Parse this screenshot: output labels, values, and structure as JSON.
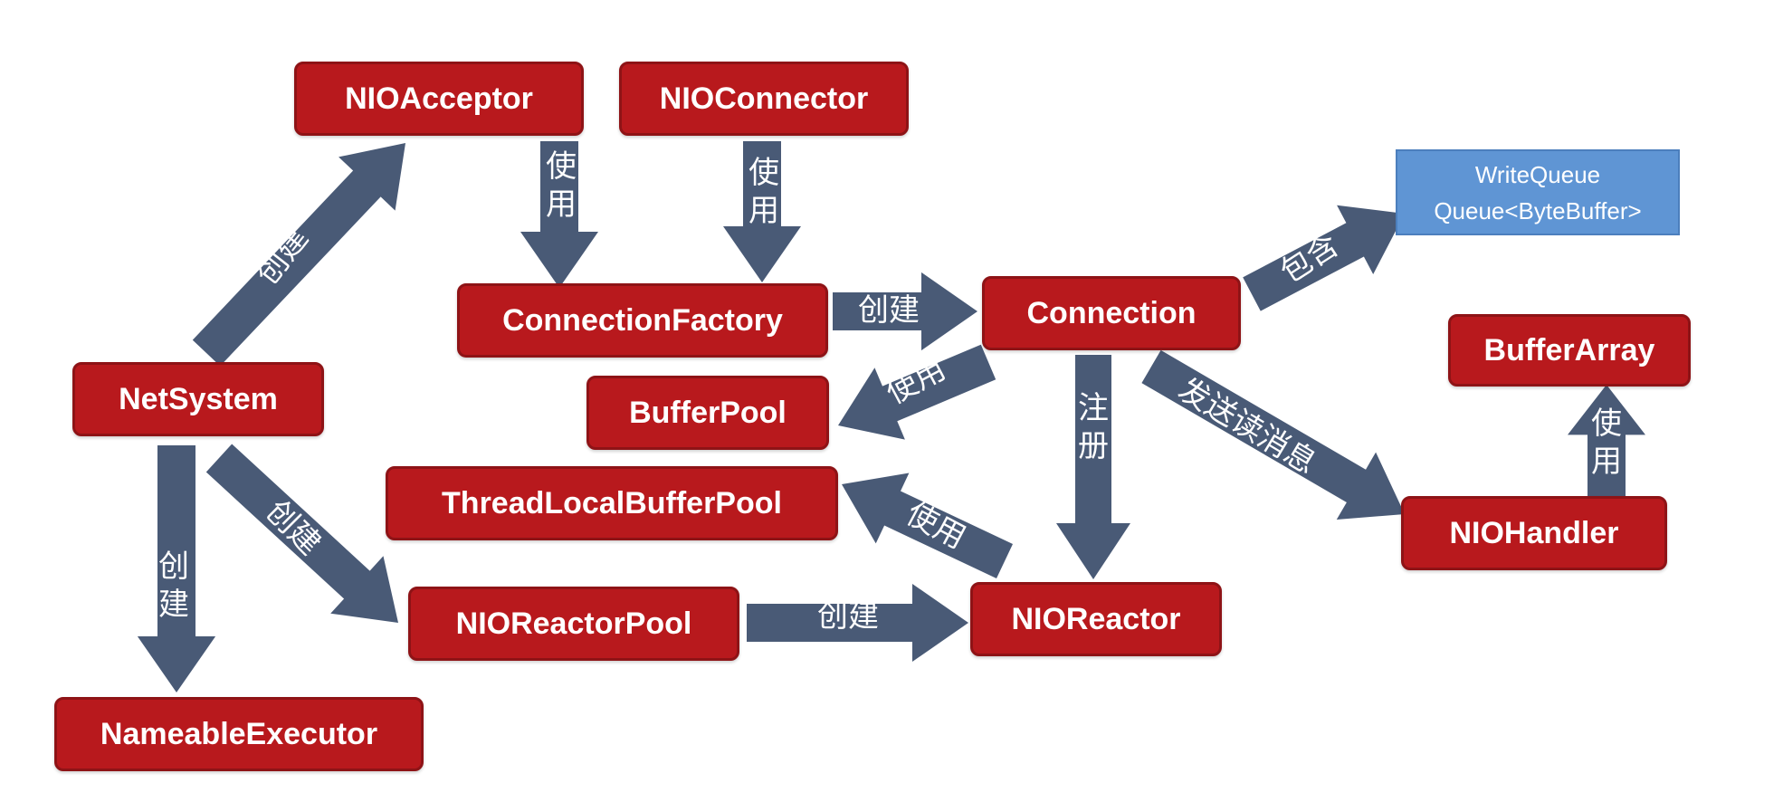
{
  "diagram": {
    "nodes": {
      "nio_acceptor": "NIOAcceptor",
      "nio_connector": "NIOConnector",
      "write_queue_line1": "WriteQueue",
      "write_queue_line2": "Queue<ByteBuffer>",
      "connection_factory": "ConnectionFactory",
      "connection": "Connection",
      "buffer_array": "BufferArray",
      "net_system": "NetSystem",
      "buffer_pool": "BufferPool",
      "thread_local_buffer_pool": "ThreadLocalBufferPool",
      "nio_handler": "NIOHandler",
      "nio_reactor_pool": "NIOReactorPool",
      "nio_reactor": "NIOReactor",
      "nameable_executor": "NameableExecutor"
    },
    "edges": {
      "netsystem_to_acceptor": "创建",
      "acceptor_to_factory": "使用",
      "connector_to_factory": "使用",
      "factory_to_connection": "创建",
      "connection_to_writequeue": "包含",
      "connection_to_bufferpool": "使用",
      "connection_to_reactor": "注册",
      "connection_to_handler": "发送读消息",
      "handler_to_bufferarray": "使用",
      "reactor_to_threadlocal": "使用",
      "netsystem_to_reactorpool": "创建",
      "netsystem_to_executor": "创建",
      "reactorpool_to_reactor": "创建"
    },
    "colors": {
      "node_fill": "#b8191d",
      "node_border": "#8e1316",
      "highlight_node_fill": "#5f95d4",
      "arrow_fill": "#495a76",
      "text": "#ffffff"
    }
  }
}
